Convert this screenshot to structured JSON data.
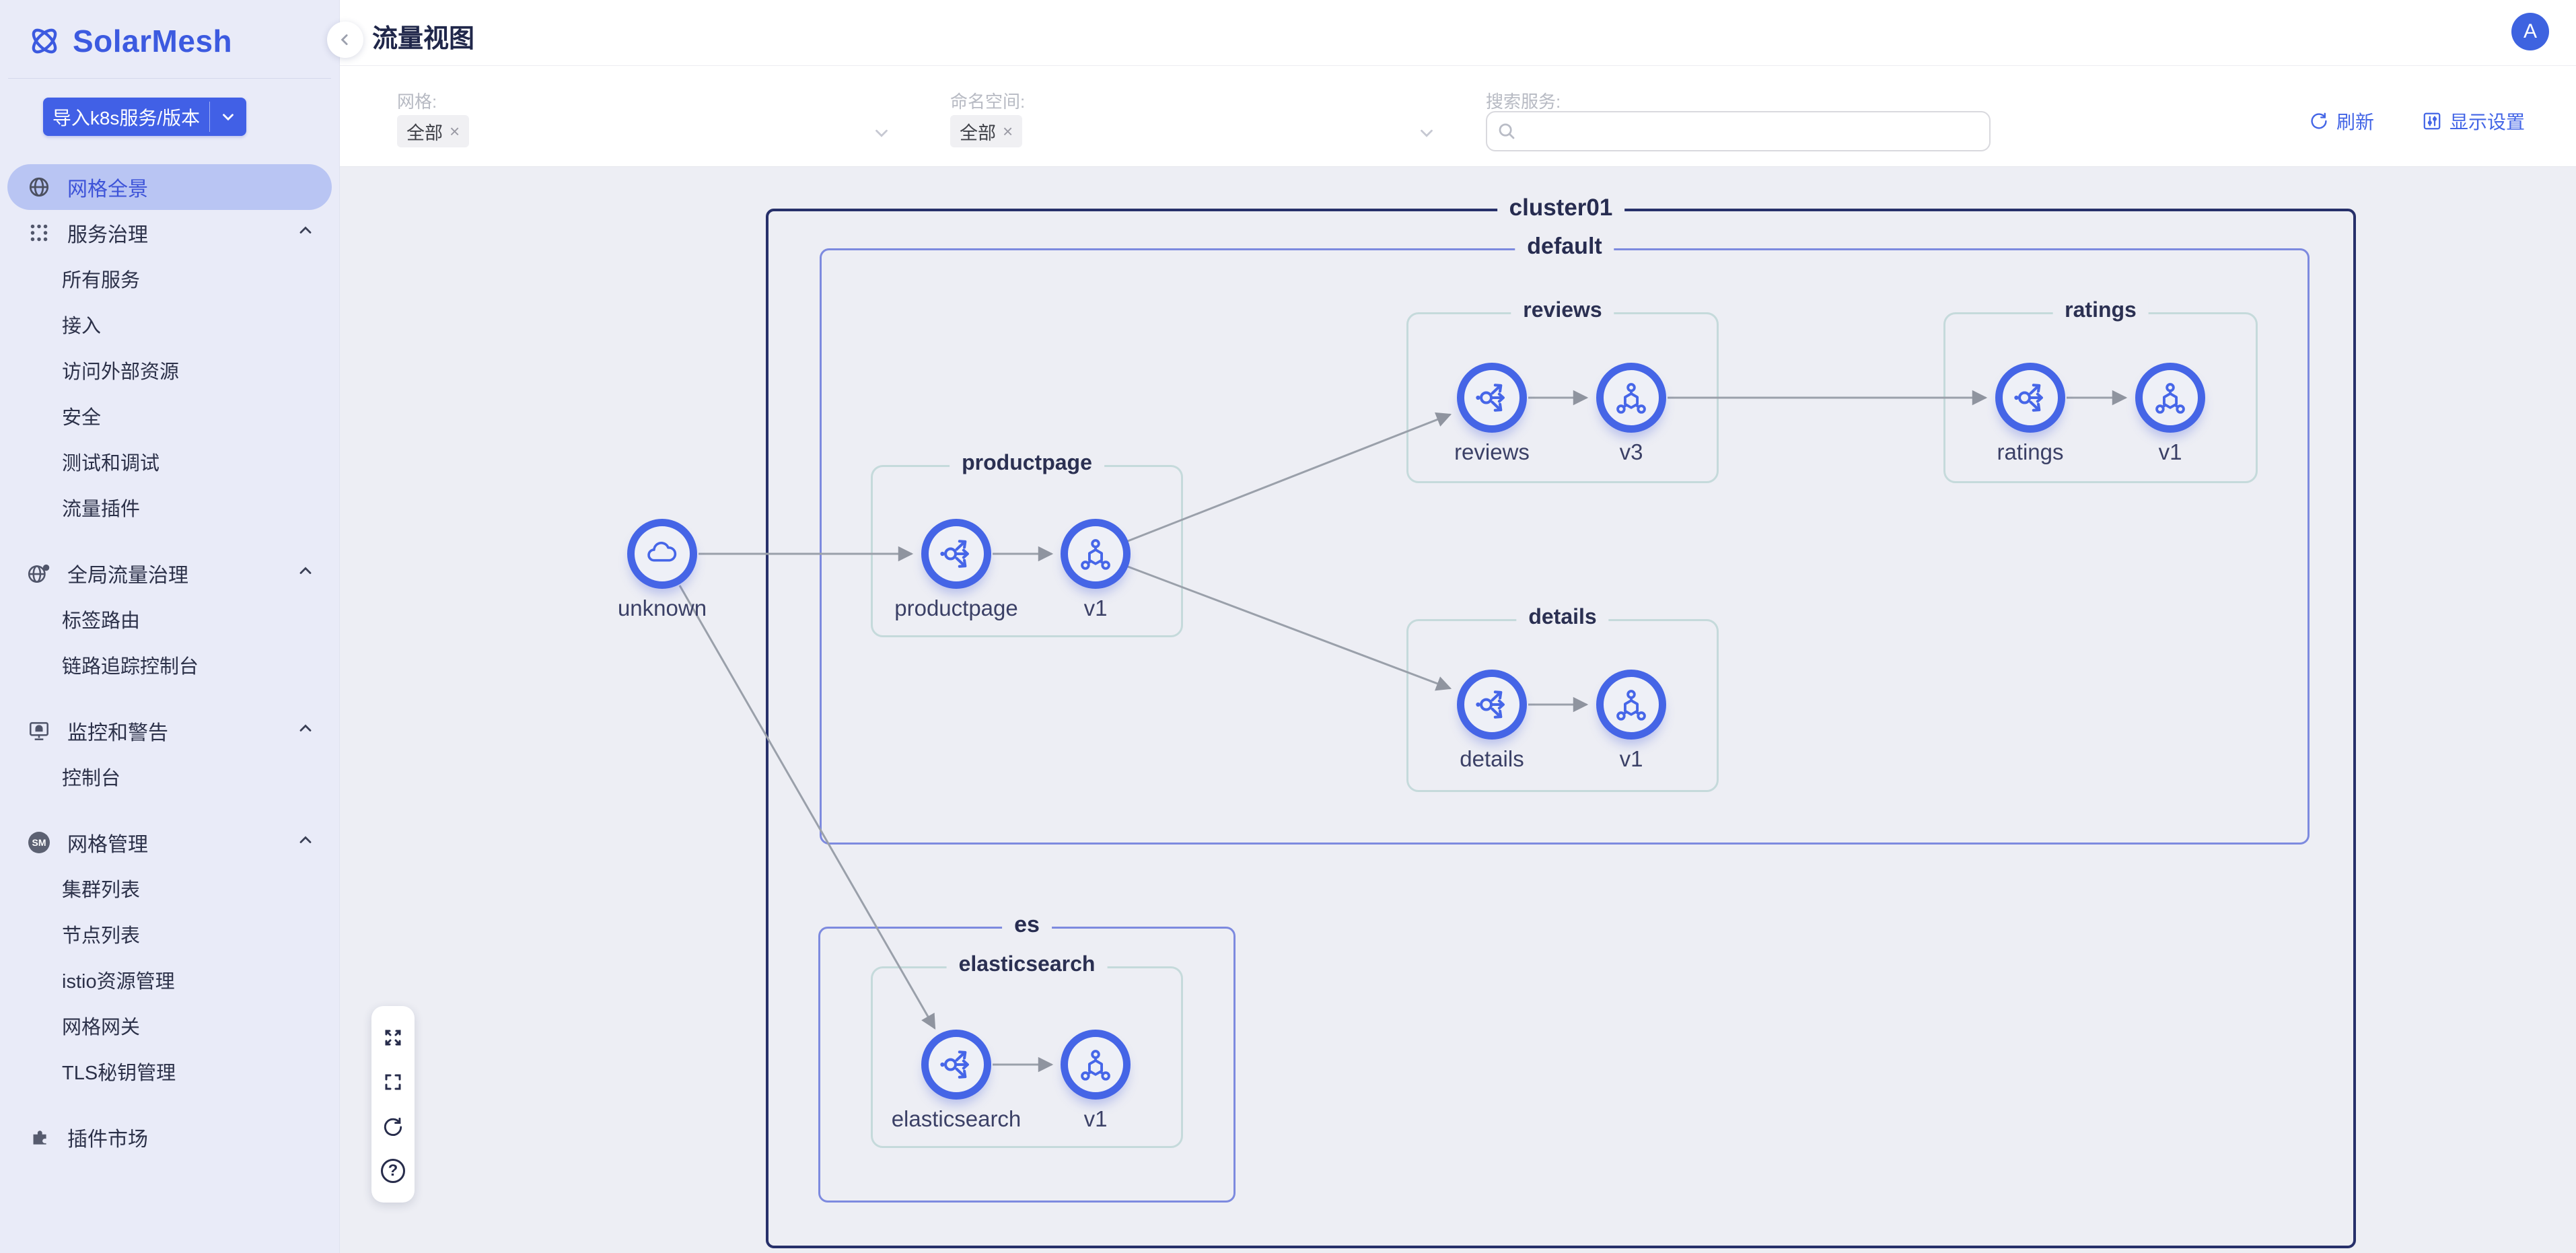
{
  "app": {
    "name": "SolarMesh"
  },
  "sidebar": {
    "import_button_label": "导入k8s服务/版本",
    "mesh_icon_text": "SM",
    "menu": [
      {
        "label": "网格全景"
      },
      {
        "label": "服务治理",
        "children": [
          {
            "label": "所有服务"
          },
          {
            "label": "接入"
          },
          {
            "label": "访问外部资源"
          },
          {
            "label": "安全"
          },
          {
            "label": "测试和调试"
          },
          {
            "label": "流量插件"
          }
        ]
      },
      {
        "label": "全局流量治理",
        "children": [
          {
            "label": "标签路由"
          },
          {
            "label": "链路追踪控制台"
          }
        ]
      },
      {
        "label": "监控和警告",
        "children": [
          {
            "label": "控制台"
          }
        ]
      },
      {
        "label": "网格管理",
        "children": [
          {
            "label": "集群列表"
          },
          {
            "label": "节点列表"
          },
          {
            "label": "istio资源管理"
          },
          {
            "label": "网格网关"
          },
          {
            "label": "TLS秘钥管理"
          }
        ]
      },
      {
        "label": "插件市场"
      }
    ]
  },
  "header": {
    "title": "流量视图",
    "avatar_initial": "A"
  },
  "filters": {
    "mesh_label": "网格:",
    "mesh_selected": "全部",
    "namespace_label": "命名空间:",
    "namespace_selected": "全部",
    "search_label": "搜索服务:",
    "search_value": "",
    "clear_glyph": "×"
  },
  "actions": {
    "refresh_label": "刷新",
    "display_settings_label": "显示设置"
  },
  "float_toolbar": {
    "help_glyph": "?"
  },
  "graph": {
    "cluster_label": "cluster01",
    "namespace_default_label": "default",
    "namespace_es_label": "es",
    "group_reviews_label": "reviews",
    "group_ratings_label": "ratings",
    "group_productpage_label": "productpage",
    "group_details_label": "details",
    "group_elasticsearch_label": "elasticsearch",
    "nodes": {
      "unknown": "unknown",
      "productpage": "productpage",
      "productpage_v1": "v1",
      "reviews": "reviews",
      "reviews_v3": "v3",
      "ratings": "ratings",
      "ratings_v1": "v1",
      "details": "details",
      "details_v1": "v1",
      "elasticsearch": "elasticsearch",
      "elasticsearch_v1": "v1"
    },
    "edges": [
      "unknown->productpage",
      "productpage->productpage_v1",
      "productpage_v1->reviews",
      "productpage_v1->details",
      "reviews->reviews_v3",
      "reviews_v3->ratings",
      "ratings->ratings_v1",
      "details->details_v1",
      "unknown->elasticsearch",
      "elasticsearch->elasticsearch_v1"
    ]
  },
  "colors": {
    "accent": "#4160e6",
    "node_ring": "#4565e6",
    "cluster_border": "#27306a",
    "namespace_border": "#7d8adf",
    "group_border": "#c5dadb",
    "edge": "#9aa0aa",
    "sidebar_bg": "#e9ebf8",
    "canvas_bg": "#edeef4",
    "selected_pill": "#b9c5f3"
  }
}
